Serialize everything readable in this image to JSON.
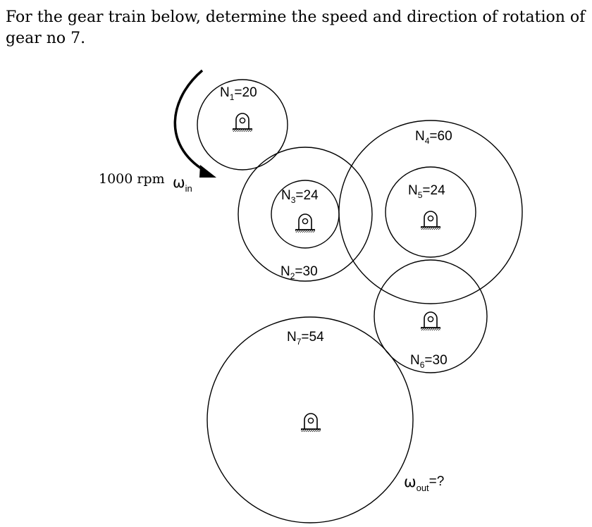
{
  "question": "For the gear train below, determine the speed and direction of rotation of gear no 7.",
  "gears": [
    {
      "id": "1",
      "label_main": "N",
      "label_sub": "1",
      "label_tail": "=20"
    },
    {
      "id": "2",
      "label_main": "N",
      "label_sub": "2",
      "label_tail": "=30"
    },
    {
      "id": "3",
      "label_main": "N",
      "label_sub": "3",
      "label_tail": "=24"
    },
    {
      "id": "4",
      "label_main": "N",
      "label_sub": "4",
      "label_tail": "=60"
    },
    {
      "id": "5",
      "label_main": "N",
      "label_sub": "5",
      "label_tail": "=24"
    },
    {
      "id": "6",
      "label_main": "N",
      "label_sub": "6",
      "label_tail": "=30"
    },
    {
      "id": "7",
      "label_main": "N",
      "label_sub": "7",
      "label_tail": "=54"
    }
  ],
  "input": {
    "speed_text": "1000 rpm",
    "omega": "ω",
    "omega_sub": "in"
  },
  "output": {
    "omega": "ω",
    "omega_sub": "out",
    "tail": "=?"
  }
}
